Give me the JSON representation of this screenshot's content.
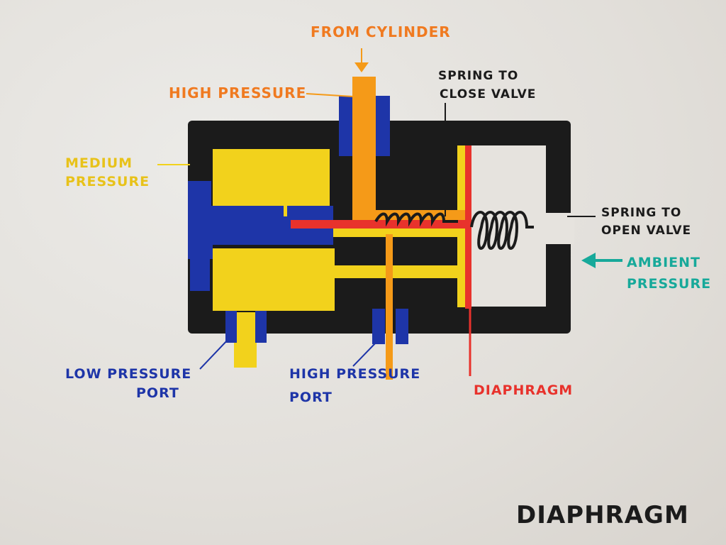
{
  "colors": {
    "body": "#1b1b1b",
    "medium": "#f2d21c",
    "high": "#f59a18",
    "seal": "#1e35a8",
    "diaphragm": "#e8322c",
    "ambient": "#17a99a",
    "paper": "#e6e3de"
  },
  "labels": {
    "from_cylinder": "FROM CYLINDER",
    "high_pressure": "HIGH PRESSURE",
    "medium_pressure_1": "MEDIUM",
    "medium_pressure_2": "PRESSURE",
    "spring_close_1": "SPRING TO",
    "spring_close_2": "CLOSE VALVE",
    "spring_open_1": "SPRING TO",
    "spring_open_2": "OPEN VALVE",
    "ambient_1": "AMBIENT",
    "ambient_2": "PRESSURE",
    "low_port_1": "LOW PRESSURE",
    "low_port_2": "PORT",
    "high_port_1": "HIGH PRESSURE",
    "high_port_2": "PORT",
    "diaphragm": "DIAPHRAGM",
    "title": "DIAPHRAGM"
  }
}
